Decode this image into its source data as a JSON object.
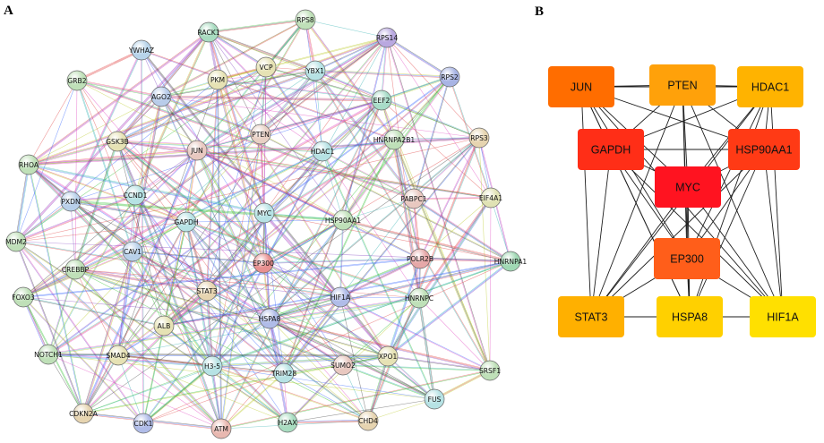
{
  "panels": {
    "a_label": "A",
    "b_label": "B"
  },
  "panel_a": {
    "nodes": [
      {
        "id": "RPS8",
        "color": "#bfe0b8"
      },
      {
        "id": "RACK1",
        "color": "#a8dcc0"
      },
      {
        "id": "RPS14",
        "color": "#b9a8e0"
      },
      {
        "id": "YWHAZ",
        "color": "#b8d4ea"
      },
      {
        "id": "VCP",
        "color": "#e6e2b4"
      },
      {
        "id": "YBX1",
        "color": "#b6e2e4"
      },
      {
        "id": "RPS2",
        "color": "#a8b4e4"
      },
      {
        "id": "GRB2",
        "color": "#bfe0b8"
      },
      {
        "id": "PKM",
        "color": "#e6e2b4"
      },
      {
        "id": "AGO2",
        "color": "#b8ccea"
      },
      {
        "id": "EEF2",
        "color": "#a8dcc8"
      },
      {
        "id": "PTEN",
        "color": "#e8d0c4"
      },
      {
        "id": "RPS3",
        "color": "#e6d4b0"
      },
      {
        "id": "GSK3B",
        "color": "#e6e2b4"
      },
      {
        "id": "JUN",
        "color": "#e8c8c0"
      },
      {
        "id": "HDAC1",
        "color": "#b6e2e4"
      },
      {
        "id": "HNRNPA2B1",
        "color": "#bfe0b8"
      },
      {
        "id": "RHOA",
        "color": "#bfe0b8"
      },
      {
        "id": "EIF4A1",
        "color": "#e0e2b4"
      },
      {
        "id": "CCND1",
        "color": "#b6e2e4"
      },
      {
        "id": "PABPC1",
        "color": "#e8c8c0"
      },
      {
        "id": "PXDN",
        "color": "#b8d0ea"
      },
      {
        "id": "GAPDH",
        "color": "#b6e2e4"
      },
      {
        "id": "MYC",
        "color": "#b6e2e4"
      },
      {
        "id": "HSP90AA1",
        "color": "#bfe0b8"
      },
      {
        "id": "MDM2",
        "color": "#bfe0b8"
      },
      {
        "id": "HNRNPA1",
        "color": "#a0d8b4"
      },
      {
        "id": "CAV1",
        "color": "#b8d0ea"
      },
      {
        "id": "POLR2B",
        "color": "#e6a8a8"
      },
      {
        "id": "EP300",
        "color": "#e89090"
      },
      {
        "id": "CREBBP",
        "color": "#bfe0b8"
      },
      {
        "id": "FOXO3",
        "color": "#bfe0b8"
      },
      {
        "id": "STAT3",
        "color": "#e6d4b0"
      },
      {
        "id": "HIF1A",
        "color": "#b0bce8"
      },
      {
        "id": "HNRNPC",
        "color": "#bfe0b8"
      },
      {
        "id": "ALB",
        "color": "#e6e2b4"
      },
      {
        "id": "HSPA8",
        "color": "#b0bce8"
      },
      {
        "id": "NOTCH1",
        "color": "#bfe0b8"
      },
      {
        "id": "SMAD4",
        "color": "#e6e2b4"
      },
      {
        "id": "SRSF1",
        "color": "#bfe0b8"
      },
      {
        "id": "H3-5",
        "color": "#b6e2e4"
      },
      {
        "id": "TRIM28",
        "color": "#b6e2e4"
      },
      {
        "id": "SUMO2",
        "color": "#e8c8c0"
      },
      {
        "id": "XPO1",
        "color": "#e6e2b4"
      },
      {
        "id": "FUS",
        "color": "#b6e2e4"
      },
      {
        "id": "CDKN2A",
        "color": "#e6d4b0"
      },
      {
        "id": "CHD4",
        "color": "#e6d4b0"
      },
      {
        "id": "CDK1",
        "color": "#b0bce8"
      },
      {
        "id": "ATM",
        "color": "#e8b8b0"
      },
      {
        "id": "H2AX",
        "color": "#a8dcc0"
      }
    ],
    "edge_colors": [
      "#e040c0",
      "#404040",
      "#30c030",
      "#3060ff",
      "#b8c820",
      "#e04040",
      "#30b0b0",
      "#8040c0"
    ]
  },
  "panel_b": {
    "nodes": [
      {
        "id": "JUN",
        "color": "#ff6d00"
      },
      {
        "id": "PTEN",
        "color": "#ffa10a"
      },
      {
        "id": "HDAC1",
        "color": "#ffb300"
      },
      {
        "id": "GAPDH",
        "color": "#ff2e17"
      },
      {
        "id": "HSP90AA1",
        "color": "#ff3a15"
      },
      {
        "id": "MYC",
        "color": "#ff1320"
      },
      {
        "id": "EP300",
        "color": "#ff5e1a"
      },
      {
        "id": "STAT3",
        "color": "#ffb000"
      },
      {
        "id": "HSPA8",
        "color": "#ffd000"
      },
      {
        "id": "HIF1A",
        "color": "#ffe000"
      }
    ],
    "edges": [
      [
        "JUN",
        "PTEN"
      ],
      [
        "PTEN",
        "HDAC1"
      ],
      [
        "GAPDH",
        "HSP90AA1"
      ],
      [
        "STAT3",
        "HSPA8"
      ],
      [
        "HSPA8",
        "HIF1A"
      ],
      [
        "JUN",
        "GAPDH"
      ],
      [
        "JUN",
        "MYC"
      ],
      [
        "JUN",
        "HSP90AA1"
      ],
      [
        "JUN",
        "EP300"
      ],
      [
        "JUN",
        "STAT3"
      ],
      [
        "JUN",
        "HSPA8"
      ],
      [
        "JUN",
        "HIF1A"
      ],
      [
        "JUN",
        "HDAC1"
      ],
      [
        "PTEN",
        "GAPDH"
      ],
      [
        "PTEN",
        "MYC"
      ],
      [
        "PTEN",
        "HSP90AA1"
      ],
      [
        "PTEN",
        "EP300"
      ],
      [
        "PTEN",
        "STAT3"
      ],
      [
        "PTEN",
        "HIF1A"
      ],
      [
        "PTEN",
        "HSPA8"
      ],
      [
        "HDAC1",
        "GAPDH"
      ],
      [
        "HDAC1",
        "MYC"
      ],
      [
        "HDAC1",
        "HSP90AA1"
      ],
      [
        "HDAC1",
        "EP300"
      ],
      [
        "HDAC1",
        "STAT3"
      ],
      [
        "HDAC1",
        "HIF1A"
      ],
      [
        "HDAC1",
        "HSPA8"
      ],
      [
        "GAPDH",
        "MYC"
      ],
      [
        "GAPDH",
        "EP300"
      ],
      [
        "GAPDH",
        "STAT3"
      ],
      [
        "GAPDH",
        "HSPA8"
      ],
      [
        "GAPDH",
        "HIF1A"
      ],
      [
        "HSP90AA1",
        "MYC"
      ],
      [
        "HSP90AA1",
        "EP300"
      ],
      [
        "HSP90AA1",
        "STAT3"
      ],
      [
        "HSP90AA1",
        "HSPA8"
      ],
      [
        "HSP90AA1",
        "HIF1A"
      ],
      [
        "MYC",
        "EP300"
      ],
      [
        "MYC",
        "STAT3"
      ],
      [
        "MYC",
        "HSPA8"
      ],
      [
        "MYC",
        "HIF1A"
      ],
      [
        "EP300",
        "STAT3"
      ],
      [
        "EP300",
        "HSPA8"
      ],
      [
        "EP300",
        "HIF1A"
      ],
      [
        "STAT3",
        "HIF1A"
      ]
    ]
  }
}
